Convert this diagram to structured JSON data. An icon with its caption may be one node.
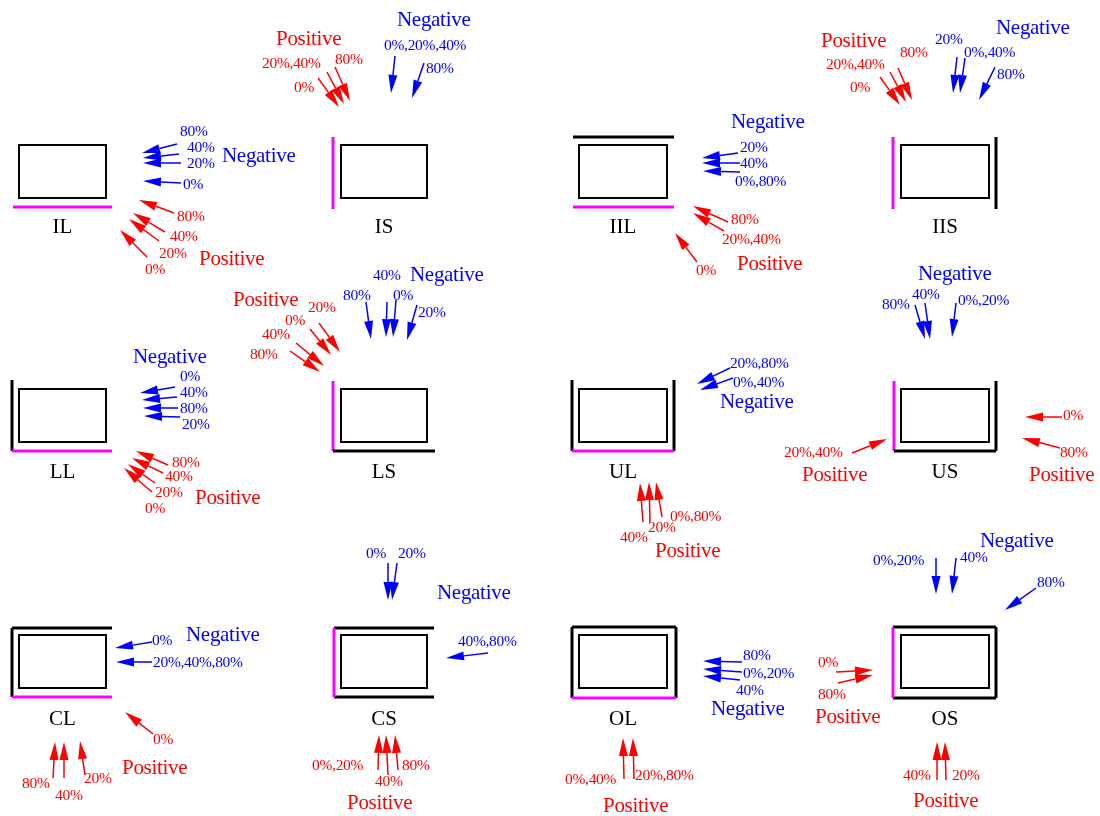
{
  "diagram": {
    "nodes": [
      {
        "text": [
          "IL"
        ]
      },
      {
        "text": [
          "IS"
        ]
      },
      {
        "text": [
          "IIL"
        ]
      },
      {
        "text": [
          "IIS"
        ]
      },
      {
        "text": [
          "LL"
        ]
      },
      {
        "text": [
          "LS"
        ]
      },
      {
        "text": [
          "UL"
        ]
      },
      {
        "text": [
          "US"
        ]
      },
      {
        "text": [
          "CL"
        ]
      },
      {
        "text": [
          "CS"
        ]
      },
      {
        "text": [
          "OL"
        ]
      },
      {
        "text": [
          "OS"
        ]
      }
    ],
    "edges": [],
    "labels": [
      "80%",
      "40%",
      "20%",
      "Negative",
      "0%",
      "80%",
      "40%",
      "20%",
      "0%",
      "Positive",
      "Positive",
      "20%,40%",
      "80%",
      "0%",
      "Negative",
      "0%,20%,40%",
      "80%",
      "Negative",
      "20%",
      "40%",
      "0%,80%",
      "80%",
      "20%,40%",
      "0%",
      "Positive",
      "Positive",
      "20%,40%",
      "80%",
      "0%",
      "20%",
      "0%,40%",
      "Negative",
      "80%",
      "Negative",
      "0%",
      "40%",
      "80%",
      "20%",
      "80%",
      "40%",
      "20%",
      "0%",
      "Positive",
      "Positive",
      "20%",
      "0%",
      "40%",
      "80%",
      "Negative",
      "40%",
      "80%",
      "0%",
      "20%",
      "20%,80%",
      "0%,40%",
      "Negative",
      "0%,80%",
      "20%",
      "40%",
      "Positive",
      "Negative",
      "80%",
      "40%",
      "0%,20%",
      "0%",
      "80%",
      "Positive",
      "20%,40%",
      "Positive",
      "Negative",
      "0%",
      "20%,40%,80%",
      "0%",
      "Positive",
      "80%",
      "40%",
      "20%",
      "0%",
      "20%",
      "Negative",
      "40%,80%",
      "0%,20%",
      "40%",
      "80%",
      "Positive",
      "80%",
      "0%,20%",
      "40%",
      "Negative",
      "0%,40%",
      "20%,80%",
      "Positive",
      "Negative",
      "0%,20%",
      "40%",
      "80%",
      "0%",
      "80%",
      "Positive",
      "40%",
      "20%",
      "Positive"
    ]
  }
}
